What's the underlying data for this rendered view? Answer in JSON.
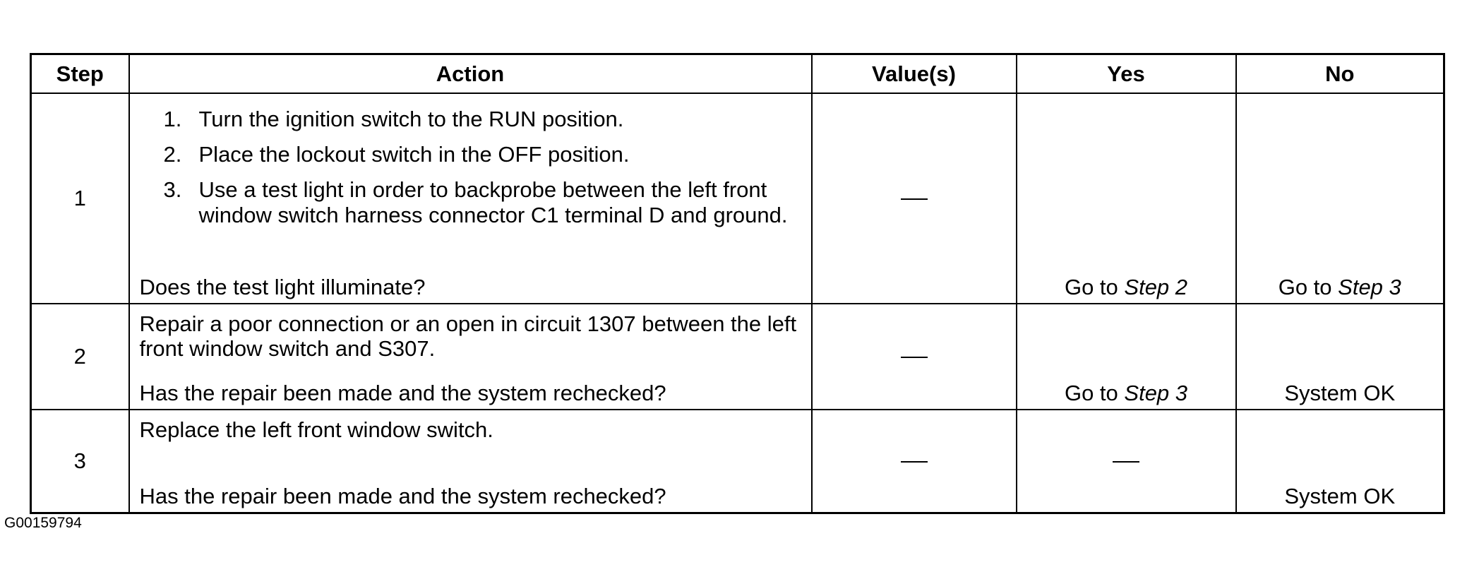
{
  "table": {
    "headers": {
      "step": "Step",
      "action": "Action",
      "values": "Value(s)",
      "yes": "Yes",
      "no": "No"
    },
    "rows": [
      {
        "step": "1",
        "action_items": [
          {
            "num": "1.",
            "text": "Turn the ignition switch to the RUN position."
          },
          {
            "num": "2.",
            "text": "Place the lockout switch in the OFF position."
          },
          {
            "num": "3.",
            "text": "Use a test light in order to backprobe between the left front window switch harness connector C1 terminal D and ground."
          }
        ],
        "question": "Does the test light illuminate?",
        "value": "—",
        "yes": {
          "prefix": "Go to ",
          "ref": "Step 2"
        },
        "no": {
          "prefix": "Go to ",
          "ref": "Step 3"
        }
      },
      {
        "step": "2",
        "action_text": "Repair a poor connection or an open in circuit 1307 between the left front window switch and S307.",
        "question": "Has the repair been made and the system rechecked?",
        "value": "—",
        "yes": {
          "prefix": "Go to ",
          "ref": "Step 3"
        },
        "no": "System OK"
      },
      {
        "step": "3",
        "action_text": "Replace the left front window switch.",
        "question": "Has the repair been made and the system rechecked?",
        "value": "—",
        "yes": "—",
        "no": "System OK"
      }
    ]
  },
  "figure_id": "G00159794"
}
